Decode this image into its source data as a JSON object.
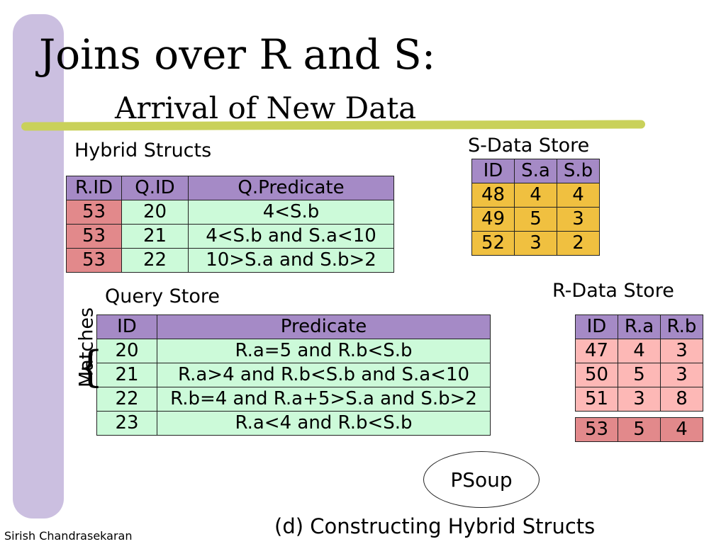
{
  "slide": {
    "title": "Joins over R and S:",
    "subtitle": "Arrival of New Data",
    "author": "Sirish Chandrasekaran",
    "caption": "(d) Constructing Hybrid Structs",
    "psoup_label": "PSoup",
    "matches_label": "Matches",
    "brace_glyph": "{"
  },
  "colors": {
    "header": "#a58ac6",
    "green_row": "#ccfad9",
    "rose_cell": "#e2898b",
    "gold_cell": "#f0c040",
    "pink_cell": "#fdb8b6",
    "side_bar": "#cbbfe0",
    "accent_line": "#c9d15a"
  },
  "hybrid_structs": {
    "label": "Hybrid Structs",
    "headers": [
      "R.ID",
      "Q.ID",
      "Q.Predicate"
    ],
    "rows": [
      [
        "53",
        "20",
        "4<S.b"
      ],
      [
        "53",
        "21",
        "4<S.b and S.a<10"
      ],
      [
        "53",
        "22",
        "10>S.a and S.b>2"
      ]
    ]
  },
  "query_store": {
    "label": "Query Store",
    "headers": [
      "ID",
      "Predicate"
    ],
    "rows": [
      [
        "20",
        "R.a=5 and R.b<S.b"
      ],
      [
        "21",
        "R.a>4 and R.b<S.b and S.a<10"
      ],
      [
        "22",
        "R.b=4 and R.a+5>S.a and S.b>2"
      ],
      [
        "23",
        "R.a<4 and R.b<S.b"
      ]
    ]
  },
  "s_data_store": {
    "label": "S-Data Store",
    "headers": [
      "ID",
      "S.a",
      "S.b"
    ],
    "rows": [
      [
        "48",
        "4",
        "4"
      ],
      [
        "49",
        "5",
        "3"
      ],
      [
        "52",
        "3",
        "2"
      ]
    ]
  },
  "r_data_store": {
    "label": "R-Data Store",
    "headers": [
      "ID",
      "R.a",
      "R.b"
    ],
    "rows": [
      [
        "47",
        "4",
        "3"
      ],
      [
        "50",
        "5",
        "3"
      ],
      [
        "51",
        "3",
        "8"
      ]
    ],
    "new_row": [
      "53",
      "5",
      "4"
    ]
  }
}
